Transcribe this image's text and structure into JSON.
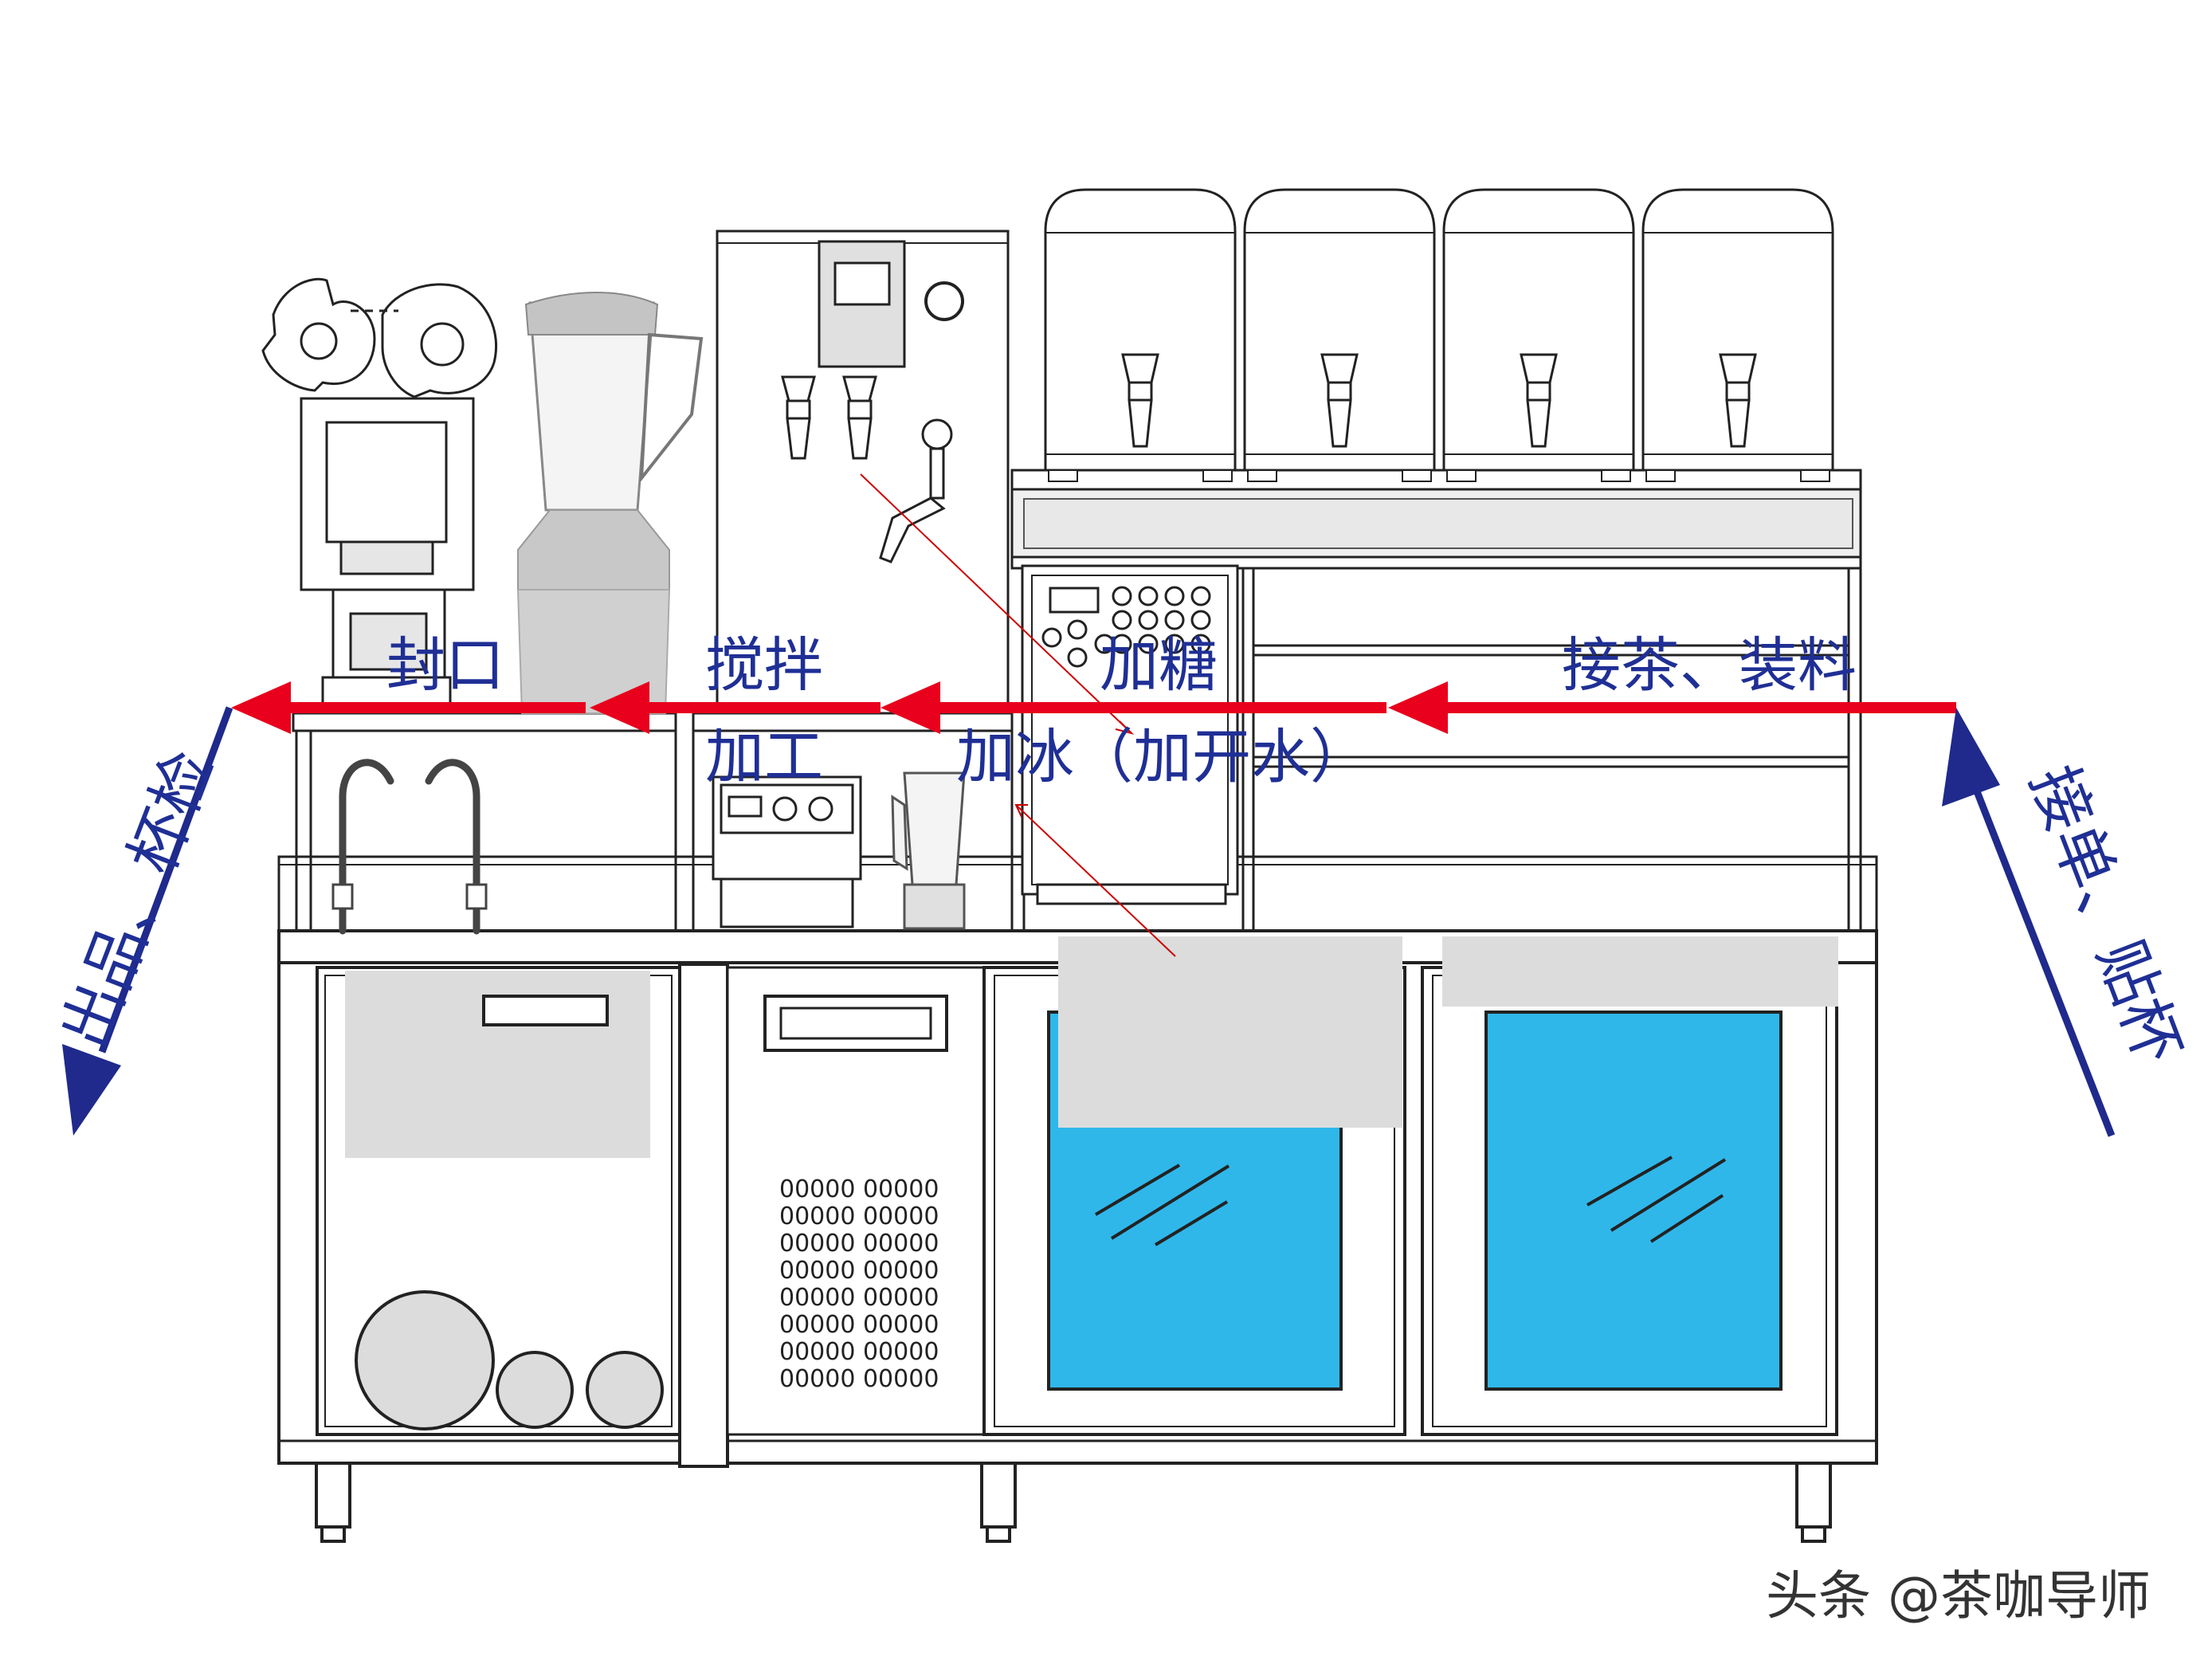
{
  "labels": {
    "seal": "封口",
    "blend_1": "搅拌",
    "blend_2": "加工",
    "sugar": "加糖",
    "ice": "加冰（加开水）",
    "tea": "接茶、装料",
    "receive": "接单、贴杯",
    "output": "出品、杯检"
  },
  "watermark": "头条 @茶咖导师",
  "colors": {
    "flow_arrow": "#e8001c",
    "side_arrow": "#1f2a8c",
    "label_text": "#1f2f95",
    "glass": "#2fb7ea",
    "panel_fill": "#dcdcdc",
    "outline": "#222222",
    "pointer_line": "#cc0000"
  },
  "vent_text": "00000 00000",
  "icons": [
    "cup-sealer-icon",
    "blender-icon",
    "water-dispenser-icon",
    "tea-bucket-icon",
    "fructose-machine-icon",
    "faucet-icon",
    "freezer-icon",
    "fridge-door-icon"
  ]
}
